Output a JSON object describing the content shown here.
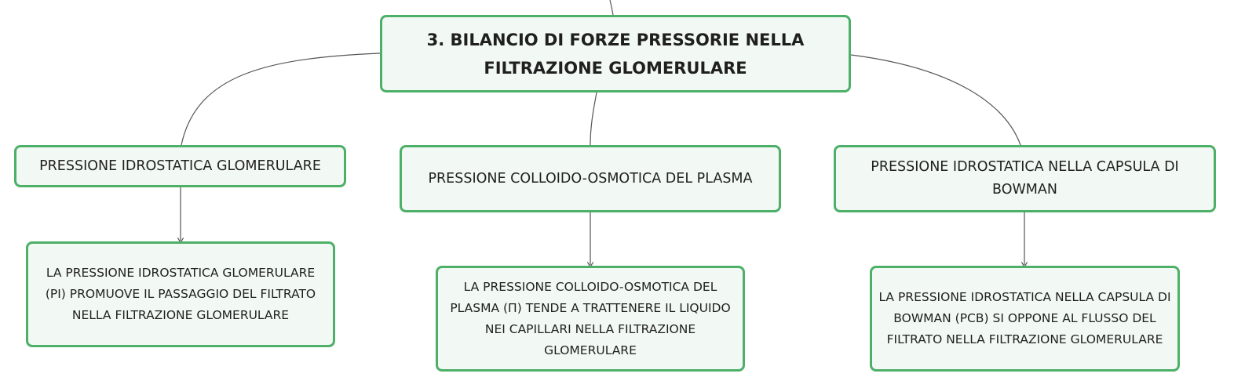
{
  "root": {
    "title": "3. BILANCIO DI FORZE PRESSORIE NELLA FILTRAZIONE GLOMERULARE"
  },
  "branches": [
    {
      "label": "PRESSIONE IDROSTATICA GLOMERULARE",
      "detail": "LA PRESSIONE IDROSTATICA GLOMERULARE (PI) PROMUOVE IL PASSAGGIO DEL FILTRATO NELLA FILTRAZIONE GLOMERULARE"
    },
    {
      "label": "PRESSIONE COLLOIDO-OSMOTICA DEL PLASMA",
      "detail": "LA PRESSIONE COLLOIDO-OSMOTICA DEL PLASMA (Π) TENDE A TRATTENERE IL LIQUIDO NEI CAPILLARI NELLA FILTRAZIONE GLOMERULARE"
    },
    {
      "label": "PRESSIONE IDROSTATICA NELLA CAPSULA DI BOWMAN",
      "detail": "LA PRESSIONE IDROSTATICA NELLA CAPSULA DI BOWMAN (PCB) SI OPPONE AL FLUSSO DEL FILTRATO NELLA FILTRAZIONE GLOMERULARE"
    }
  ],
  "colors": {
    "node_border": "#4db068",
    "node_fill": "#f2f9f4",
    "connector": "#555555",
    "text": "#1f1f1f"
  }
}
